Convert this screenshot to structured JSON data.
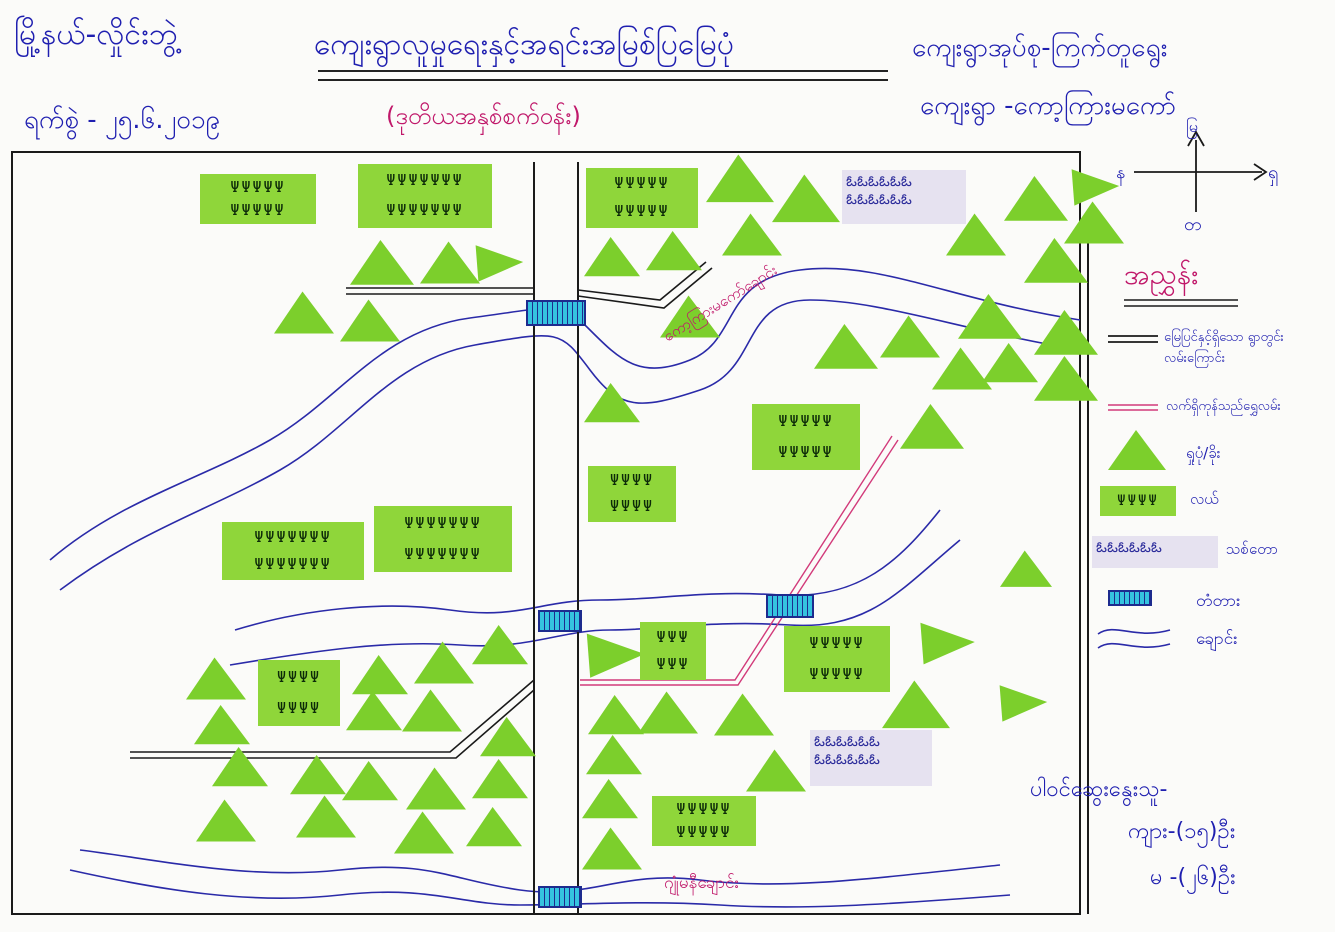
{
  "header": {
    "township": "မြို့နယ်-လှိုင်းဘွဲ့",
    "date": "ရက်စွဲ - ၂၅.၆.၂၀၁၉",
    "title": "ကျေးရွာလူမှုရေးနှင့်အရင်းအမြစ်ပြမြေပုံ",
    "subtitle": "(ဒုတိယအနှစ်စက်ဝန်း)",
    "village_tract": "ကျေးရွာအုပ်စု-ကြက်တူရွေး",
    "village": "ကျေးရွာ -ကော့ကြားမကော်"
  },
  "compass": {
    "north": "မြ",
    "south": "တ",
    "east": "ရှ",
    "west": "န"
  },
  "map_labels": {
    "stream_upper": "ကော့ကြားမကော်ချောင်း",
    "stream_lower": "ဂျုံမနီချောင်း"
  },
  "legend": {
    "title": "အညွှန်း",
    "items": [
      {
        "symbol": "road",
        "label": "မြေပြင်နှင့်ရှိသော ရွာတွင်းလမ်းကြောင်း"
      },
      {
        "symbol": "trail",
        "label": "လက်ရှိကုန်သည်ရွှေလမ်း"
      },
      {
        "symbol": "mountain",
        "label": "ရှုပုံ/ခိုး"
      },
      {
        "symbol": "field",
        "label": "လယ်"
      },
      {
        "symbol": "forest",
        "label": "သစ်တော"
      },
      {
        "symbol": "bridge",
        "label": "တံတား"
      },
      {
        "symbol": "stream",
        "label": "ချောင်း"
      }
    ]
  },
  "participants": {
    "heading": "ပါဝင်ဆွေးနွေးသူ-",
    "male": "ကျား-(၁၅)ဦး",
    "female": "မ -(၂၆)ဦး"
  },
  "colors": {
    "paper": "#fbfbf9",
    "ink_blue": "#1f1fb0",
    "ink_pink": "#c0186a",
    "field_green": "#8fd63a",
    "mountain_green": "#7ccf2c",
    "forest_lavender": "#e6e2f0",
    "bridge_cyan": "#35c3df"
  },
  "icons": {
    "mountain": "green-triangle",
    "field": "rice-plant-rows",
    "forest": "tree-outline-cluster",
    "bridge": "cyan-hatched-rect",
    "stream": "double-wavy-line",
    "road": "double-line",
    "trail": "pink-double-line"
  }
}
